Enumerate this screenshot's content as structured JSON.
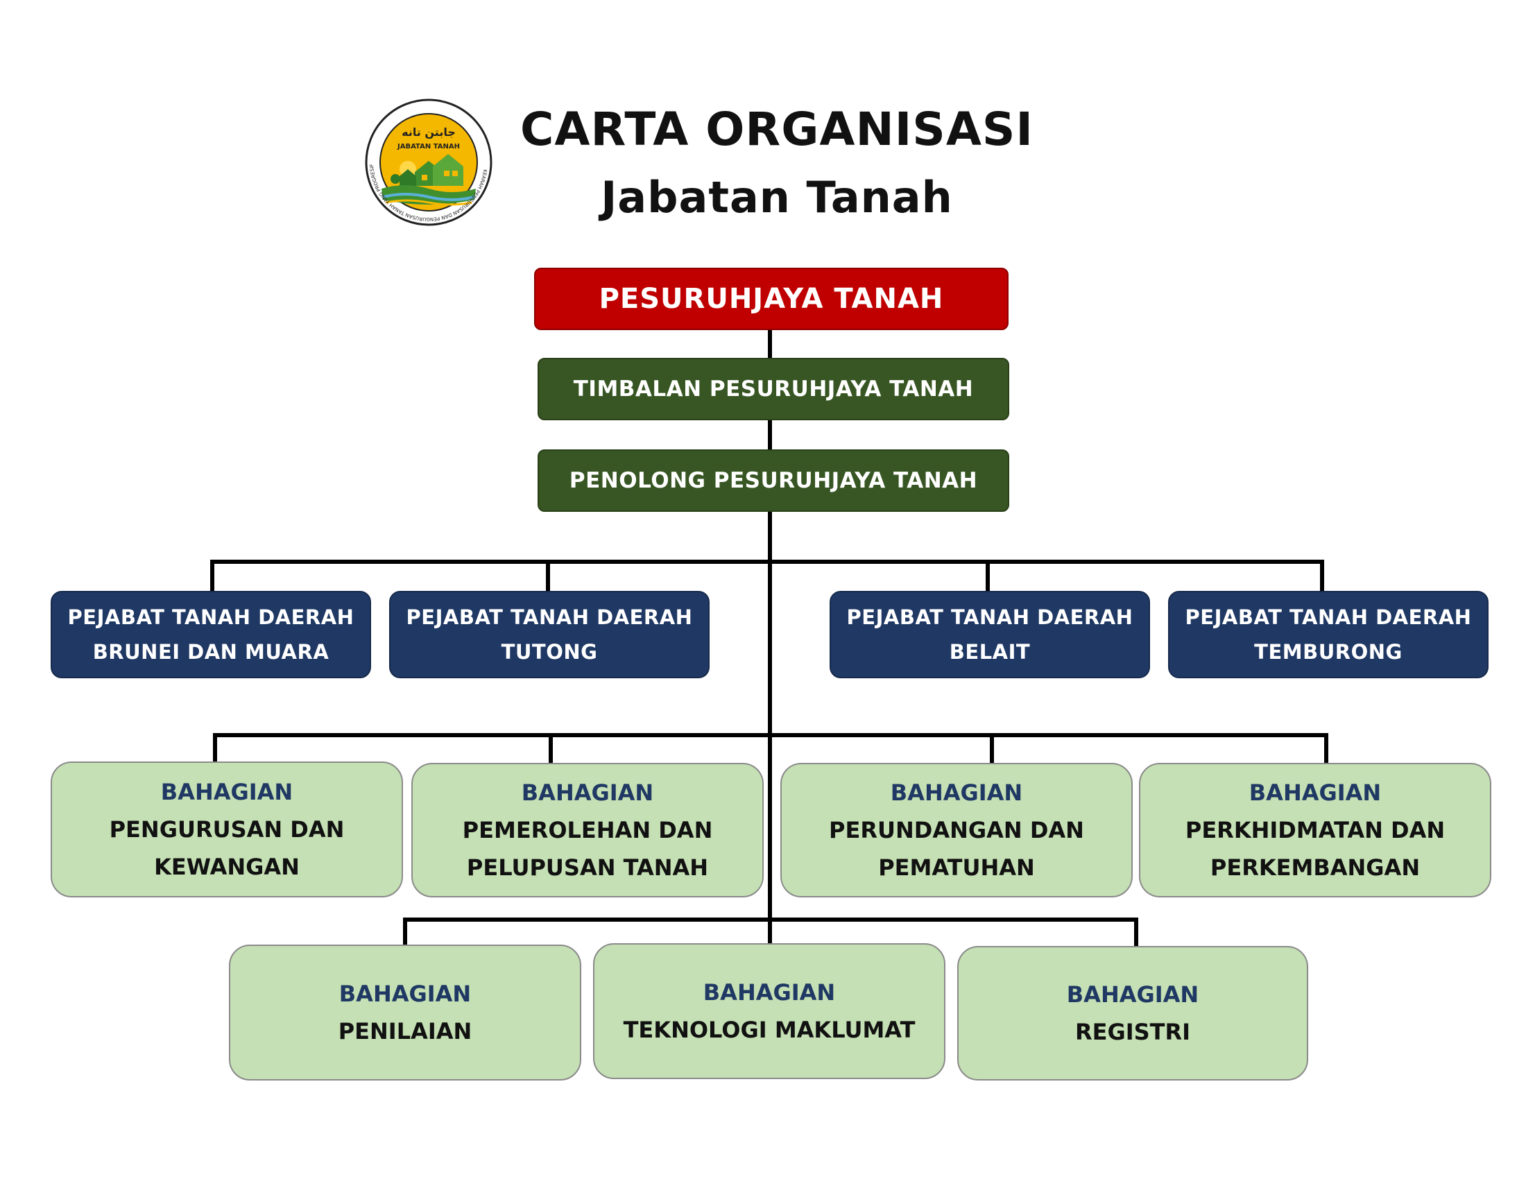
{
  "header": {
    "title": "CARTA ORGANISASI",
    "subtitle": "Jabatan Tanah",
    "logo": {
      "jawi_title": "جابتن تانه",
      "name": "JABATAN TANAH",
      "ring_text": "KEARAH PENGURUSAN DAN PENGURUSAN TANAH YANG PROGRESIF",
      "colors": {
        "yellow": "#f5b800",
        "green": "#3f8f2f",
        "ring": "#222222"
      }
    }
  },
  "chart": {
    "commissioner": "PESURUHJAYA TANAH",
    "deputy": "TIMBALAN PESURUHJAYA TANAH",
    "assistant": "PENOLONG PESURUHJAYA TANAH",
    "district_offices": [
      {
        "line1": "PEJABAT TANAH DAERAH",
        "line2": "BRUNEI DAN MUARA"
      },
      {
        "line1": "PEJABAT TANAH DAERAH",
        "line2": "TUTONG"
      },
      {
        "line1": "PEJABAT TANAH DAERAH",
        "line2": "BELAIT"
      },
      {
        "line1": "PEJABAT TANAH DAERAH",
        "line2": "TEMBURONG"
      }
    ],
    "divisions_row1": [
      {
        "kicker": "BAHAGIAN",
        "line1": "PENGURUSAN DAN",
        "line2": "KEWANGAN"
      },
      {
        "kicker": "BAHAGIAN",
        "line1": "PEMEROLEHAN DAN",
        "line2": "PELUPUSAN TANAH"
      },
      {
        "kicker": "BAHAGIAN",
        "line1": "PERUNDANGAN DAN",
        "line2": "PEMATUHAN"
      },
      {
        "kicker": "BAHAGIAN",
        "line1": "PERKHIDMATAN DAN",
        "line2": "PERKEMBANGAN"
      }
    ],
    "divisions_row2": [
      {
        "kicker": "BAHAGIAN",
        "line1": "PENILAIAN"
      },
      {
        "kicker": "BAHAGIAN",
        "line1": "TEKNOLOGI MAKLUMAT"
      },
      {
        "kicker": "BAHAGIAN",
        "line1": "REGISTRI"
      }
    ]
  },
  "colors": {
    "commissioner": "#c00000",
    "management": "#375623",
    "district": "#1f3864",
    "division": "#c5e0b4",
    "connector": "#000000"
  }
}
